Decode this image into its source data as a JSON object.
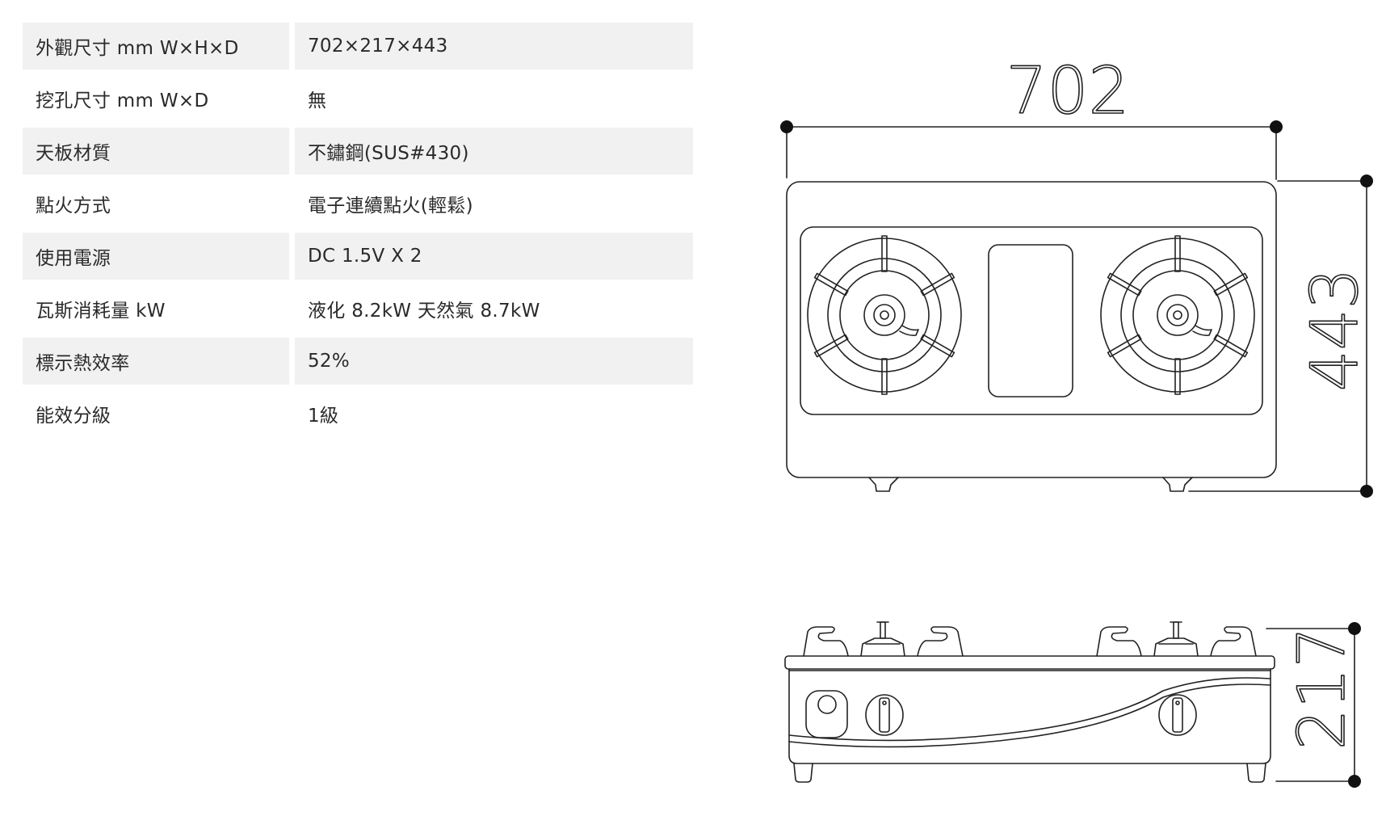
{
  "specs": [
    {
      "label": "外觀尺寸 mm W×H×D",
      "value": "702×217×443"
    },
    {
      "label": "挖孔尺寸 mm W×D",
      "value": "無"
    },
    {
      "label": "天板材質",
      "value": "不鏽鋼(SUS#430)"
    },
    {
      "label": "點火方式",
      "value": "電子連續點火(輕鬆)"
    },
    {
      "label": "使用電源",
      "value": "DC 1.5V X 2"
    },
    {
      "label": "瓦斯消耗量 kW",
      "value": "液化 8.2kW 天然氣 8.7kW"
    },
    {
      "label": "標示熱效率",
      "value": "52%"
    },
    {
      "label": "能效分級",
      "value": "1級"
    }
  ],
  "dimensions": {
    "width": "702",
    "depth": "443",
    "height": "217"
  },
  "colors": {
    "row_shade": "#f1f1f2",
    "line": "#222222"
  }
}
